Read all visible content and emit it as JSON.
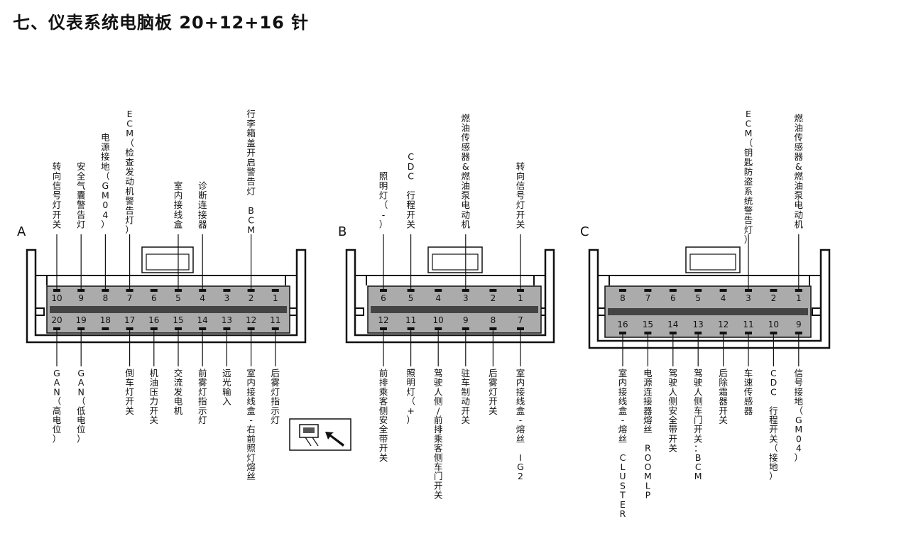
{
  "title": "七、仪表系统电脑板 20+12+16 针",
  "connectors": [
    {
      "letter": "A",
      "top_pins": [
        "10",
        "9",
        "8",
        "7",
        "6",
        "5",
        "4",
        "3",
        "2",
        "1"
      ],
      "bottom_pins": [
        "20",
        "19",
        "18",
        "17",
        "16",
        "15",
        "14",
        "13",
        "12",
        "11"
      ],
      "top_labels": [
        {
          "pin": "10",
          "text": "转向信号灯开关"
        },
        {
          "pin": "9",
          "text": "安全气囊警告灯"
        },
        {
          "pin": "8",
          "text": "电源接地（GM04）"
        },
        {
          "pin": "7",
          "text": "ECM（检查发动机警告灯）"
        },
        {
          "pin": "5",
          "text": "室内接线盒"
        },
        {
          "pin": "4",
          "text": "诊断连接器"
        },
        {
          "pin": "2",
          "text": "行李箱盖开启警告灯 BCM"
        }
      ],
      "bottom_labels": [
        {
          "pin": "20",
          "text": "GAN（高电位）"
        },
        {
          "pin": "19",
          "text": "GAN（低电位）"
        },
        {
          "pin": "17",
          "text": "倒车灯开关"
        },
        {
          "pin": "16",
          "text": "机油压力开关"
        },
        {
          "pin": "15",
          "text": "交流发电机"
        },
        {
          "pin": "14",
          "text": "前雾灯指示灯"
        },
        {
          "pin": "13",
          "text": "远光输入"
        },
        {
          "pin": "12",
          "text": "室内接线盒-右前照灯熔丝"
        },
        {
          "pin": "11",
          "text": "后雾灯指示灯"
        }
      ]
    },
    {
      "letter": "B",
      "top_pins": [
        "6",
        "5",
        "4",
        "3",
        "2",
        "1"
      ],
      "bottom_pins": [
        "12",
        "11",
        "10",
        "9",
        "8",
        "7"
      ],
      "top_labels": [
        {
          "pin": "6",
          "text": "照明灯（-）"
        },
        {
          "pin": "5",
          "text": "CDC 行程开关"
        },
        {
          "pin": "3",
          "text": "燃油传感器&燃油泵电动机"
        },
        {
          "pin": "1",
          "text": "转向信号灯开关"
        }
      ],
      "bottom_labels": [
        {
          "pin": "12",
          "text": "前排乘客侧安全带开关"
        },
        {
          "pin": "11",
          "text": "照明灯（+）"
        },
        {
          "pin": "10",
          "text": "驾驶人侧/前排乘客侧车门开关"
        },
        {
          "pin": "9",
          "text": "驻车制动开关"
        },
        {
          "pin": "8",
          "text": "后雾灯开关"
        },
        {
          "pin": "7",
          "text": "室内接线盒-熔丝 IG2"
        }
      ]
    },
    {
      "letter": "C",
      "top_pins": [
        "8",
        "7",
        "6",
        "5",
        "4",
        "3",
        "2",
        "1"
      ],
      "bottom_pins": [
        "16",
        "15",
        "14",
        "13",
        "12",
        "11",
        "10",
        "9"
      ],
      "top_labels": [
        {
          "pin": "3",
          "text": "ECM（钥匙防盗系统警告灯）"
        },
        {
          "pin": "1",
          "text": "燃油传感器&燃油泵电动机"
        }
      ],
      "bottom_labels": [
        {
          "pin": "16",
          "text": "室内接线盒-熔丝 CLUSTER"
        },
        {
          "pin": "15",
          "text": "电源连接器熔丝 ROOMLP"
        },
        {
          "pin": "14",
          "text": "驾驶人侧安全带开关"
        },
        {
          "pin": "13",
          "text": "驾驶人侧车门开关：BCM"
        },
        {
          "pin": "12",
          "text": "后除霜器开关"
        },
        {
          "pin": "11",
          "text": "车速传感器"
        },
        {
          "pin": "10",
          "text": "CDC 行程开关（接地）"
        },
        {
          "pin": "9",
          "text": "信号接地（GM04）"
        }
      ]
    }
  ],
  "colors": {
    "body": "#ababab",
    "line": "#111111",
    "frame": "#111111"
  },
  "icon": "connector-view-arrow-icon"
}
